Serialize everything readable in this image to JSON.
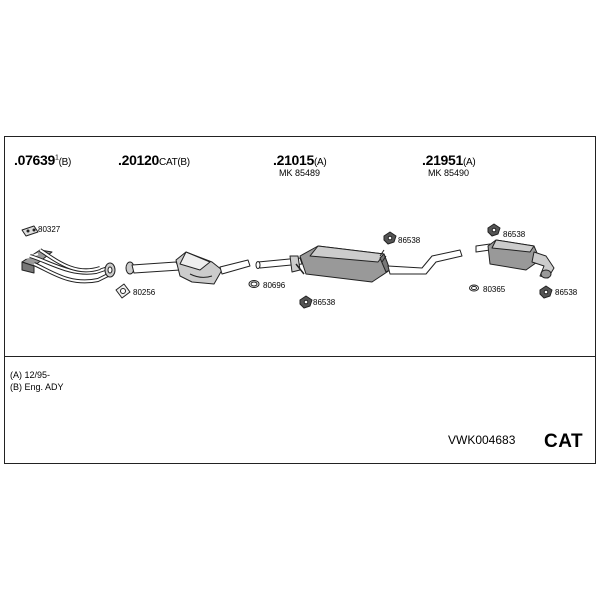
{
  "parts": [
    {
      "number": ".07639",
      "sup": "1",
      "suffix": "(B)",
      "mk": ""
    },
    {
      "number": ".20120",
      "sup": "",
      "suffix": "CAT(B)",
      "mk": ""
    },
    {
      "number": ".21015",
      "sup": "",
      "suffix": "(A)",
      "mk": "MK 85489"
    },
    {
      "number": ".21951",
      "sup": "",
      "suffix": "(A)",
      "mk": "MK 85490"
    }
  ],
  "small_parts": [
    "80327",
    "80256",
    "80696",
    "86538",
    "86538",
    "86538",
    "80365",
    "86538"
  ],
  "notes": [
    "(A) 12/95-",
    "(B) Eng. ADY"
  ],
  "reference": "VWK004683",
  "badge": "CAT"
}
